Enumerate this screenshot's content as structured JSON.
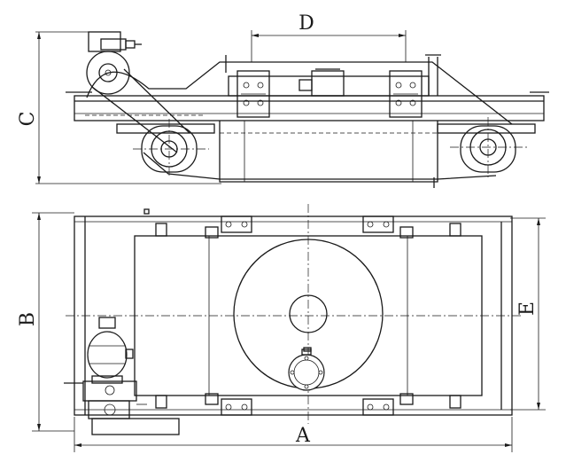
{
  "drawing": {
    "dimensions": {
      "A": "A",
      "B": "B",
      "C": "C",
      "D": "D",
      "E": "E"
    }
  }
}
